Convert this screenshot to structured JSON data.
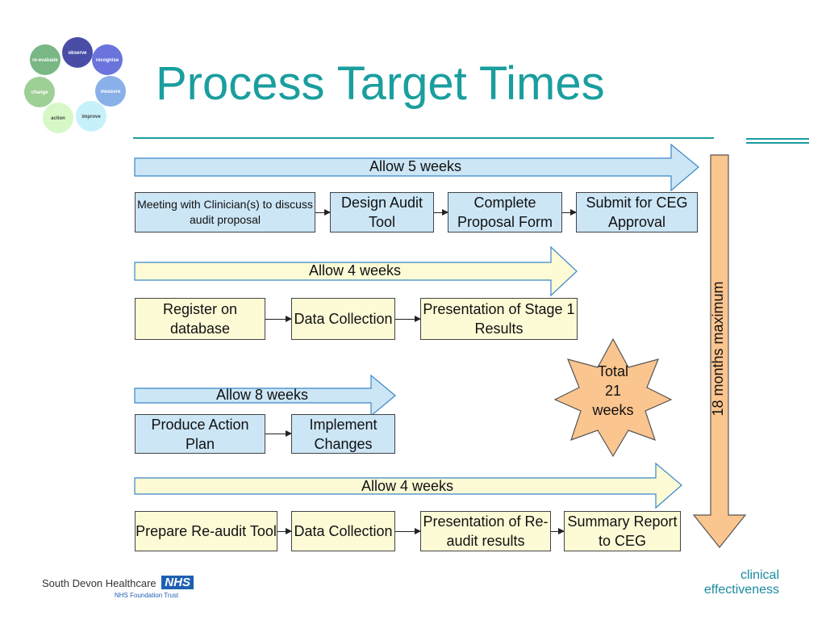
{
  "slide": {
    "title": "Process Target Times",
    "cycle": {
      "steps": [
        {
          "label": "observe",
          "color": "#4a4da6"
        },
        {
          "label": "recognise",
          "color": "#6a74dc"
        },
        {
          "label": "measure",
          "color": "#8ab0ea"
        },
        {
          "label": "improve",
          "color": "#c6f1fb"
        },
        {
          "label": "action",
          "color": "#d6f8c6"
        },
        {
          "label": "change",
          "color": "#9ecf96"
        },
        {
          "label": "re-evaluate",
          "color": "#79b885"
        }
      ]
    },
    "phases": [
      {
        "allow_label": "Allow 5 weeks",
        "steps": [
          "Meeting with Clinician(s) to discuss audit proposal",
          "Design Audit Tool",
          "Complete Proposal Form",
          "Submit for CEG Approval"
        ]
      },
      {
        "allow_label": "Allow 4 weeks",
        "steps": [
          "Register on database",
          "Data Collection",
          "Presentation of Stage 1 Results"
        ]
      },
      {
        "allow_label": "Allow 8 weeks",
        "steps": [
          "Produce Action Plan",
          "Implement Changes"
        ]
      },
      {
        "allow_label": "Allow 4 weeks",
        "steps": [
          "Prepare Re-audit Tool",
          "Data Collection",
          "Presentation of Re-audit results",
          "Summary Report to CEG"
        ]
      }
    ],
    "total": {
      "line1": "Total",
      "line2": "21",
      "line3": "weeks"
    },
    "maximum_label": "18 months maximum",
    "footer": {
      "org_name": "South Devon Healthcare",
      "nhs_badge": "NHS",
      "trust_name": "NHS Foundation Trust",
      "brand_line1": "clinical",
      "brand_line2": "effectiveness"
    },
    "colors": {
      "title": "#1a9e9e",
      "blue_fill": "#cce6f6",
      "yellow_fill": "#fdfbd6",
      "star_fill": "#fbc58f",
      "vertical_arrow_fill": "#fbc58f"
    }
  }
}
